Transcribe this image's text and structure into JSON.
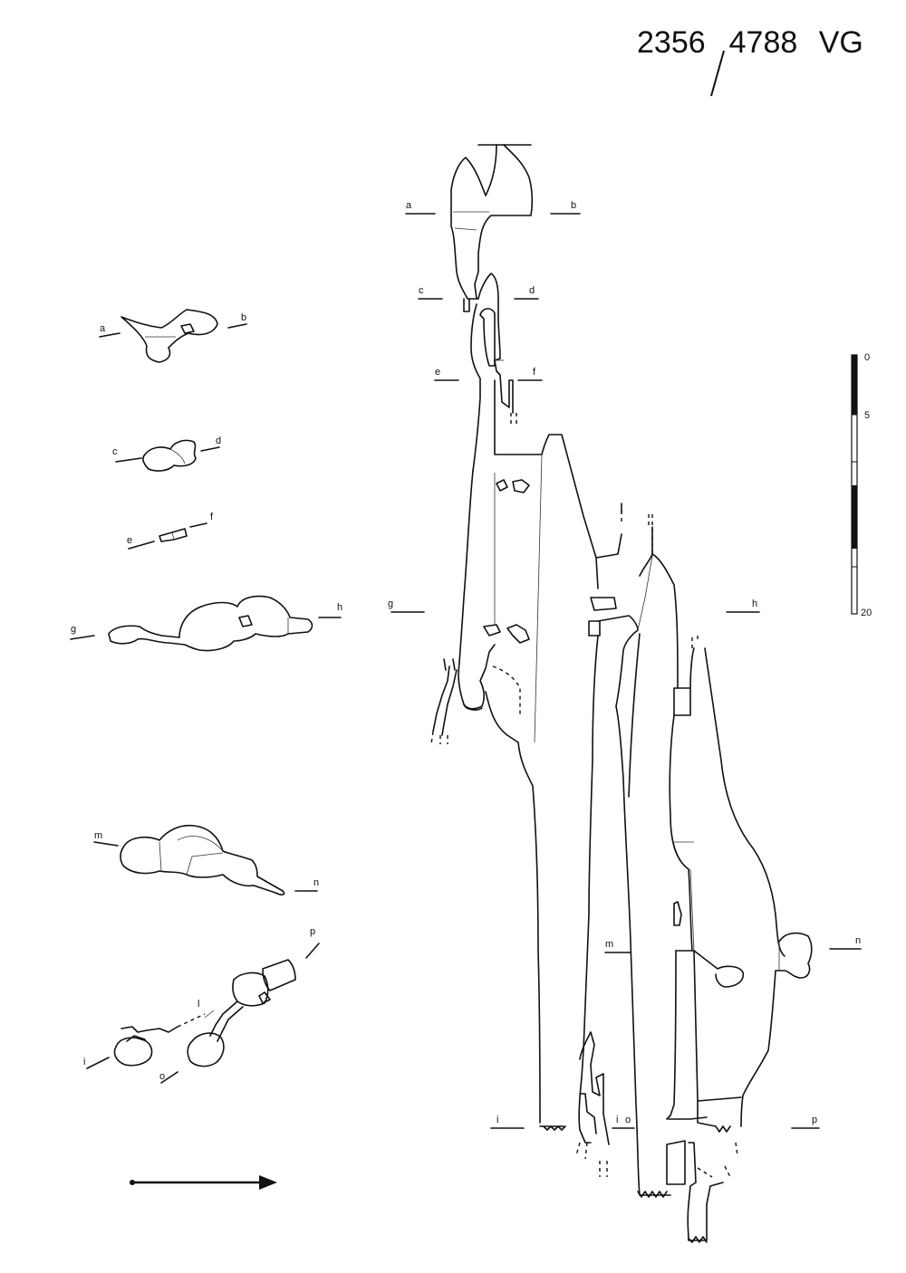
{
  "sheet_id": {
    "left": "2356",
    "right": "4788",
    "suffix": "VG"
  },
  "section_labels": [
    "a",
    "b",
    "c",
    "d",
    "e",
    "f",
    "g",
    "h",
    "m",
    "n",
    "p",
    "l",
    "i",
    "o"
  ],
  "profile_labels": [
    "a",
    "b",
    "c",
    "d",
    "e",
    "f",
    "g",
    "h",
    "m",
    "n",
    "i",
    "o",
    "p"
  ],
  "scale_ticks": [
    "0",
    "5",
    "20"
  ],
  "arrow_icon": "right-arrow-icon"
}
